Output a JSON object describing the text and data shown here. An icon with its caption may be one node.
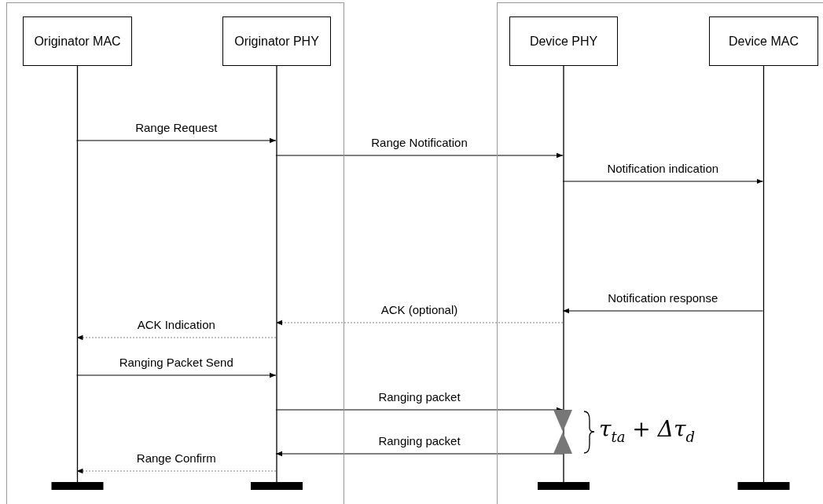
{
  "diagram": {
    "nodes": [
      {
        "text": [],
        "shape": "box"
      },
      {
        "text": [
          "Originator MAC"
        ],
        "in": 0
      },
      {
        "text": [
          "Originator PHY"
        ],
        "in": 0
      },
      {
        "text": [],
        "shape": "box"
      },
      {
        "text": [
          "Device PHY"
        ],
        "in": 3
      },
      {
        "text": [
          "Device MAC"
        ],
        "in": 3
      }
    ],
    "edges": [
      {
        "from": 1,
        "to": 2,
        "arrow": "to",
        "label": "Range Request"
      },
      {
        "from": 2,
        "to": 4,
        "arrow": "to",
        "label": "Range Notification"
      },
      {
        "from": 4,
        "to": 5,
        "arrow": "to",
        "label": "Notification indication"
      },
      {
        "from": 5,
        "to": 4,
        "arrow": "to",
        "label": "Notification response"
      },
      {
        "from": 4,
        "to": 2,
        "arrow": "to",
        "label": "ACK (optional)",
        "style": "dashed",
        "color": "#808080"
      },
      {
        "from": 2,
        "to": 1,
        "arrow": "to",
        "label": "ACK Indication",
        "style": "dashed",
        "color": "#808080"
      },
      {
        "from": 1,
        "to": 2,
        "arrow": "to",
        "label": "Ranging Packet Send"
      },
      {
        "from": 2,
        "to": 4,
        "arrow": "to",
        "label": "Ranging packet"
      },
      {
        "from": 4,
        "to": 2,
        "arrow": "to",
        "label": "Ranging packet"
      },
      {
        "from": 2,
        "to": 1,
        "arrow": "to",
        "label": "Range Confirm",
        "style": "dashed",
        "color": "#808080"
      }
    ],
    "labels": [
      "τ$_{ta}$ + Δτ$_{d}$"
    ]
  }
}
